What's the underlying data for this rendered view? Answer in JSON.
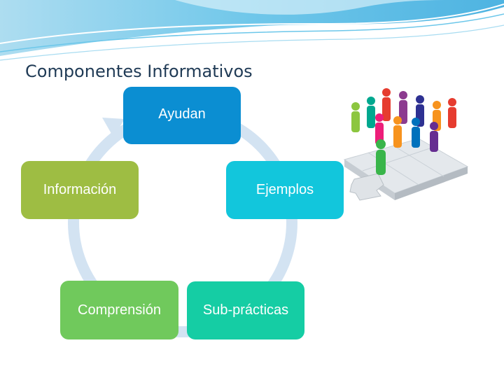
{
  "slide": {
    "title": "Componentes Informativos"
  },
  "diagram": {
    "type": "cycle",
    "nodes": [
      {
        "id": "ayudan",
        "label": "Ayudan",
        "color": "#0b8ed2"
      },
      {
        "id": "ejemplos",
        "label": "Ejemplos",
        "color": "#12c6dc"
      },
      {
        "id": "sub-practicas",
        "label": "Sub-prácticas",
        "color": "#15cda4"
      },
      {
        "id": "comprension",
        "label": "Comprensión",
        "color": "#70c95c"
      },
      {
        "id": "informacion",
        "label": "Información",
        "color": "#9ebd43"
      }
    ],
    "ring_color": "#d3e3f2"
  },
  "image": {
    "icon": "teamwork-puzzle-people-icon"
  }
}
